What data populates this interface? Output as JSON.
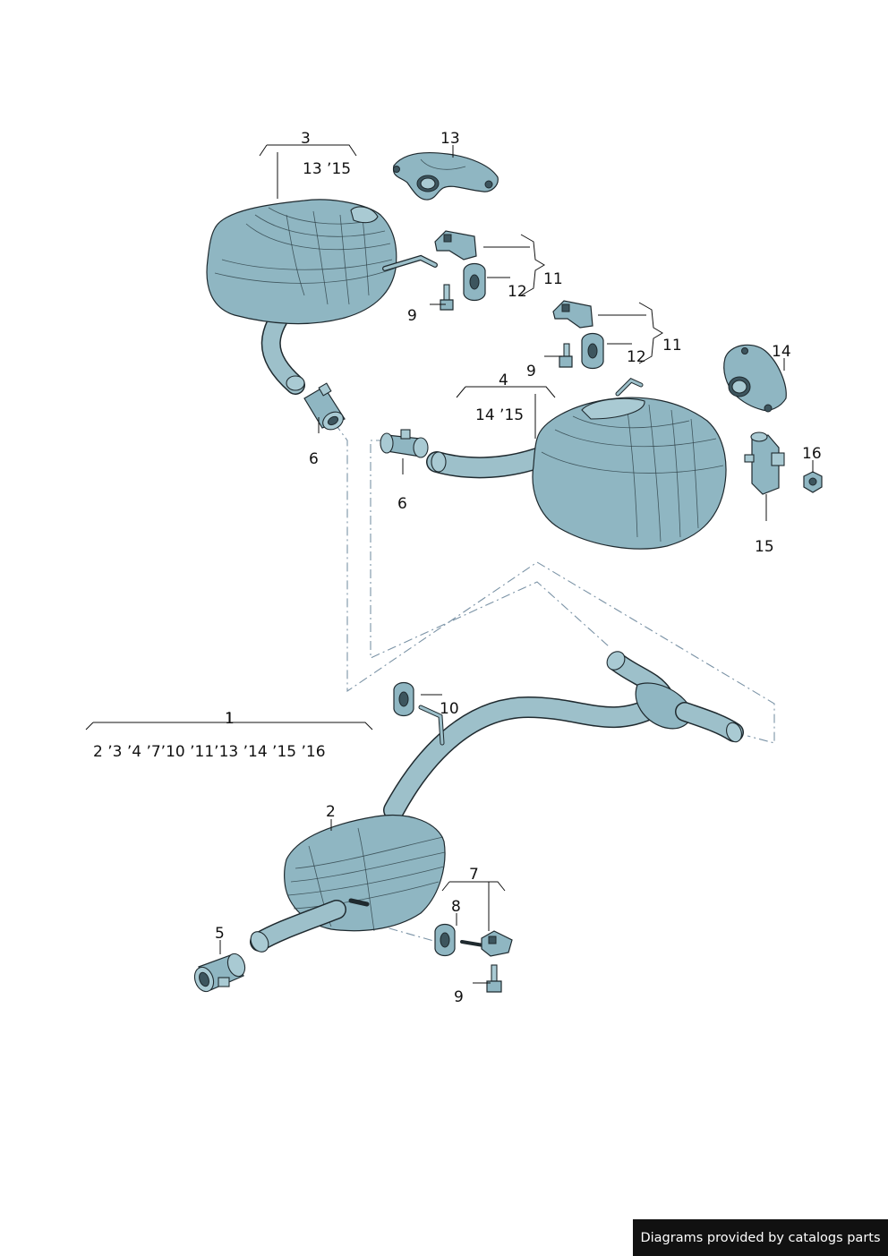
{
  "labels": {
    "l1": "1",
    "l1_sub": "2 ʼ3 ʼ4 ʼ7ʼ10 ʼ11ʼ13 ʼ14 ʼ15 ʼ16",
    "l2": "2",
    "l3": "3",
    "l3_sub": "13 ʼ15",
    "l4": "4",
    "l4_sub": "14 ʼ15",
    "l5": "5",
    "l6a": "6",
    "l6b": "6",
    "l7": "7",
    "l8": "8",
    "l9a": "9",
    "l9b": "9",
    "l9c": "9",
    "l10": "10",
    "l11a": "11",
    "l11b": "11",
    "l12a": "12",
    "l12b": "12",
    "l13": "13",
    "l14": "14",
    "l15": "15",
    "l16": "16"
  },
  "credit": "Diagrams provided by catalogs parts",
  "colors": {
    "part_fill": "#8fb6c2",
    "outline": "#1f2a2f",
    "dash_line": "#7b93a6",
    "credit_bg": "#111111"
  }
}
